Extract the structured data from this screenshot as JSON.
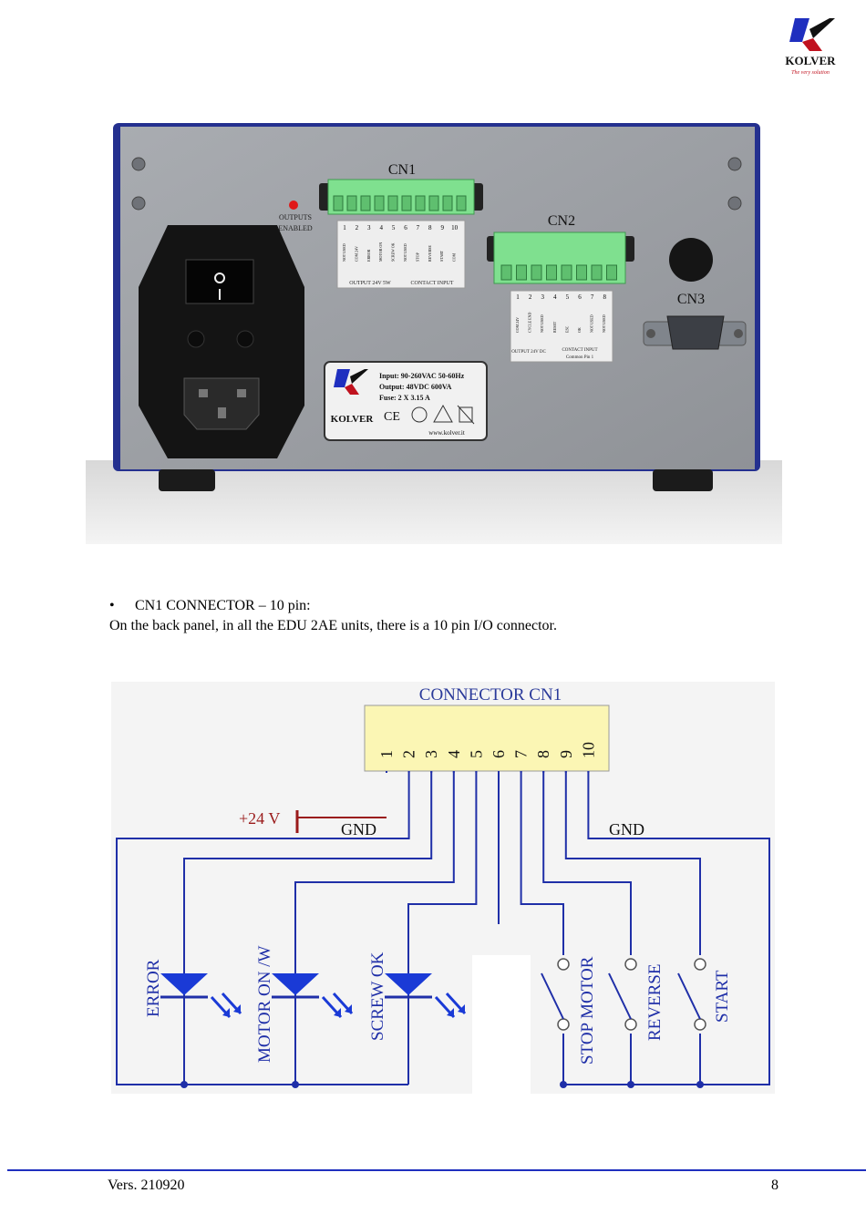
{
  "header": {
    "logo_text": "KOLVER",
    "logo_tagline": "The very solution"
  },
  "photo": {
    "cn1_label": "CN1",
    "cn2_label": "CN2",
    "cn3_label": "CN3",
    "outputs_label_1": "OUTPUTS",
    "outputs_label_2": "ENABLED",
    "cn1_pins": [
      "1",
      "2",
      "3",
      "4",
      "5",
      "6",
      "7",
      "8",
      "9",
      "10"
    ],
    "cn1_pin_functions": [
      "NOT USED",
      "COM 24V",
      "ERROR",
      "MOTOR ON",
      "SCREW OK",
      "NOT USED",
      "STOP",
      "REVERSE",
      "START",
      "COM"
    ],
    "cn1_footer_left": "OUTPUT 24V 5W",
    "cn1_footer_right": "CONTACT INPUT",
    "cn2_pins": [
      "1",
      "2",
      "3",
      "4",
      "5",
      "6",
      "7",
      "8"
    ],
    "cn2_pin_functions": [
      "COM 24V",
      "CYCLE END",
      "NOT USED",
      "RESET",
      "ESC",
      "OK",
      "NOT USED",
      "NOT USED"
    ],
    "cn2_footer_left": "OUTPUT 24V DC",
    "cn2_footer_right": "CONTACT INPUT",
    "cn2_footer_right_2": "Common Pin 1",
    "plate_input": "Input: 90-260VAC 50-60Hz",
    "plate_output": "Output:  48VDC   600VA",
    "plate_fuse": "Fuse:      2 X 3.15 A",
    "plate_brand": "KOLVER",
    "plate_ce": "CE",
    "plate_url": "www.kolver.it"
  },
  "body": {
    "bullet": "•",
    "bullet_text": "CN1 CONNECTOR – 10 pin:",
    "paragraph": "On the back panel, in all the EDU 2AE units, there is a 10 pin I/O connector."
  },
  "schematic": {
    "title": "CONNECTOR CN1",
    "pins": [
      "1",
      "2",
      "3",
      "4",
      "5",
      "6",
      "7",
      "8",
      "9",
      "10"
    ],
    "supply": "+24 V",
    "gnd_left": "GND",
    "gnd_right": "GND",
    "outputs": [
      "ERROR",
      "MOTOR ON  /W",
      "SCREW OK"
    ],
    "inputs": [
      "STOP MOTOR",
      "REVERSE",
      "START"
    ]
  },
  "footer": {
    "version": "Vers. 210920",
    "page": "8"
  },
  "colors": {
    "footer_rule": "#1f2fbf",
    "wire": "#1f2fa8",
    "led": "#1a3ad6",
    "title_blue": "#2a3a9a",
    "supply_red": "#9a1a1a",
    "connector_fill": "#fbf6b4",
    "terminal_green": "#7fe08f"
  }
}
